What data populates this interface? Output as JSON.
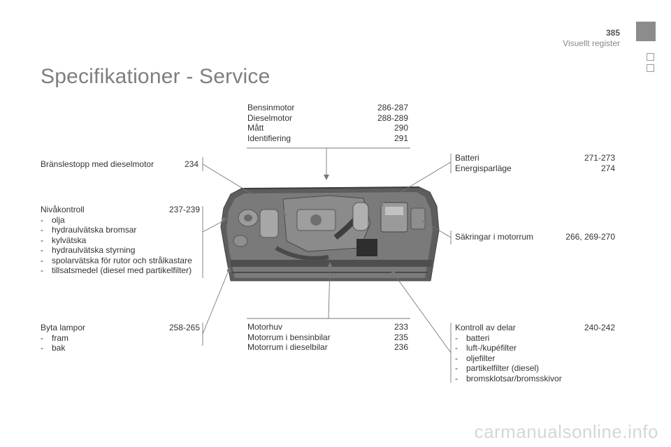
{
  "header": {
    "page_number": "385",
    "section": "Visuellt register"
  },
  "title": "Specifikationer - Service",
  "blocks": {
    "top_center": {
      "rows": [
        {
          "label": "Bensinmotor",
          "page": "286-287"
        },
        {
          "label": "Dieselmotor",
          "page": "288-289"
        },
        {
          "label": "Mått",
          "page": "290"
        },
        {
          "label": "Identifiering",
          "page": "291"
        }
      ]
    },
    "fuel_stop": {
      "label": "Bränslestopp med dieselmotor",
      "page": "234"
    },
    "levels": {
      "label": "Nivåkontroll",
      "page": "237-239",
      "items": [
        "olja",
        "hydraulvätska bromsar",
        "kylvätska",
        "hydraulvätska styrning",
        "spolarvätska för rutor och strålkastare",
        "tillsatsmedel (diesel med partikelfilter)"
      ]
    },
    "bulbs": {
      "label": "Byta lampor",
      "page": "258-265",
      "items": [
        "fram",
        "bak"
      ]
    },
    "battery": {
      "rows": [
        {
          "label": "Batteri",
          "page": "271-273"
        },
        {
          "label": "Energisparläge",
          "page": "274"
        }
      ]
    },
    "fuses": {
      "label": "Säkringar i motorrum",
      "page": "266, 269-270"
    },
    "bonnet": {
      "rows": [
        {
          "label": "Motorhuv",
          "page": "233"
        },
        {
          "label": "Motorrum i bensinbilar",
          "page": "235"
        },
        {
          "label": "Motorrum i dieselbilar",
          "page": "236"
        }
      ]
    },
    "checks": {
      "label": "Kontroll av delar",
      "page": "240-242",
      "items": [
        "batteri",
        "luft-/kupéfilter",
        "oljefilter",
        "partikelfilter (diesel)",
        "bromsklotsar/bromsskivor"
      ]
    }
  },
  "watermark": "carmanualsonline.info"
}
